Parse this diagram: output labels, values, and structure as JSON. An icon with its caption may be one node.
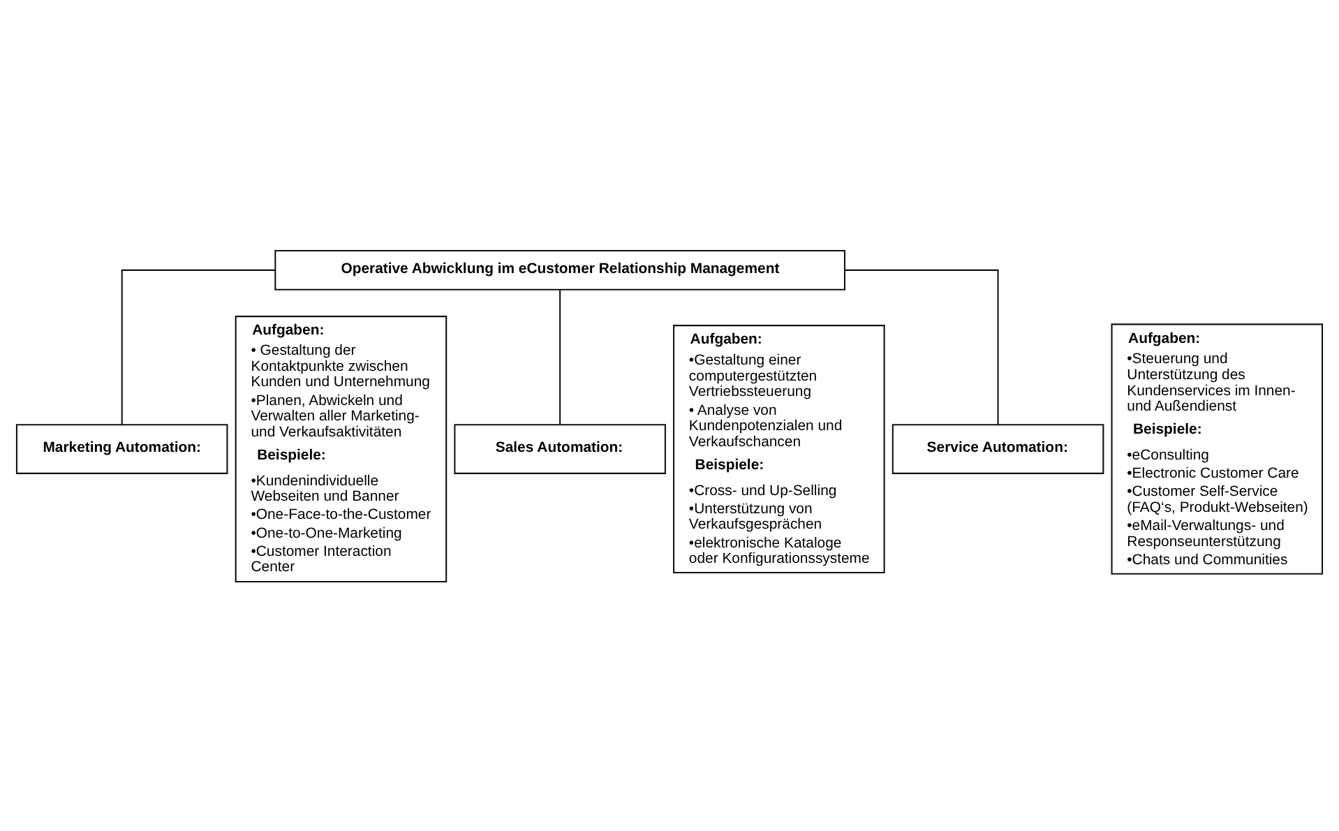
{
  "diagram": {
    "nodes": [
      {
        "text": [
          "Operative Abwicklung im eCustomer Relationship Management"
        ]
      },
      {
        "text": [
          "Marketing Automation:"
        ]
      },
      {
        "text": [
          "Aufgaben:",
          "• Gestaltung der Kontaktpunkte zwischen Kunden und Unternehmung",
          "•Planen, Abwickeln und Verwalten aller Marketing- und Verkaufsaktivitäten",
          "Beispiele:",
          "•Kundenindividuelle Webseiten und Banner",
          "•One-Face-to-the-Customer",
          "•One-to-One-Marketing",
          "•Customer Interaction Center"
        ]
      },
      {
        "text": [
          "Sales Automation:"
        ]
      },
      {
        "text": [
          "Aufgaben:",
          "•Gestaltung einer computergestützten Vertriebssteuerung",
          "• Analyse von Kundenpotenzialen und Verkaufschancen",
          "Beispiele:",
          "•Cross- und Up-Selling",
          "•Unterstützung von Verkaufsgesprächen",
          "•elektronische Kataloge oder Konfigurationssysteme"
        ]
      },
      {
        "text": [
          "Service Automation:"
        ]
      },
      {
        "text": [
          "Aufgaben:",
          "•Steuerung und Unterstützung des Kundenservices im Innen- und Außendienst",
          "Beispiele:",
          "•eConsulting",
          "•Electronic Customer Care",
          "•Customer Self-Service (FAQ‘s, Produkt-Webseiten)",
          "•eMail-Verwaltungs- und Responseunterstützung",
          "•Chats und Communities"
        ]
      }
    ],
    "edges": [
      {
        "from": 0,
        "to": 1,
        "arrow": "none"
      },
      {
        "from": 0,
        "to": 3,
        "arrow": "none"
      },
      {
        "from": 0,
        "to": 5,
        "arrow": "none"
      }
    ]
  }
}
